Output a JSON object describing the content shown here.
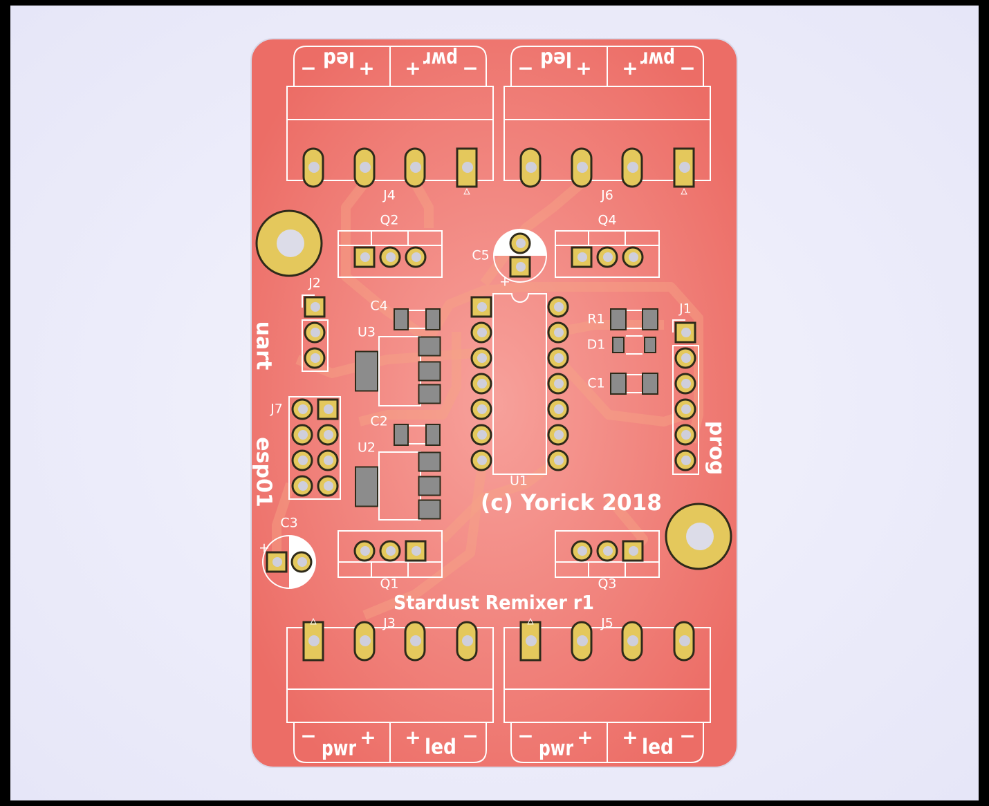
{
  "board": {
    "title": "Stardust Remixer r1",
    "copyright": "(c) Yorick 2018",
    "colors": {
      "board": "#ee6f68",
      "pad": "#e4c85c",
      "silk": "#ffffff",
      "smd": "#8c8c8c",
      "background": "#e8e8f8"
    }
  },
  "references": {
    "J1": "J1",
    "J2": "J2",
    "J3": "J3",
    "J4": "J4",
    "J5": "J5",
    "J6": "J6",
    "J7": "J7",
    "Q1": "Q1",
    "Q2": "Q2",
    "Q3": "Q3",
    "Q4": "Q4",
    "U1": "U1",
    "U2": "U2",
    "U3": "U3",
    "C1": "C1",
    "C2": "C2",
    "C3": "C3",
    "C4": "C4",
    "C5": "C5",
    "R1": "R1",
    "D1": "D1"
  },
  "silk_labels": {
    "uart": "uart",
    "esp01": "esp01",
    "prog": "prog",
    "led": "led",
    "pwr": "pwr",
    "plus": "+",
    "minus": "−",
    "pin1": "▵"
  }
}
